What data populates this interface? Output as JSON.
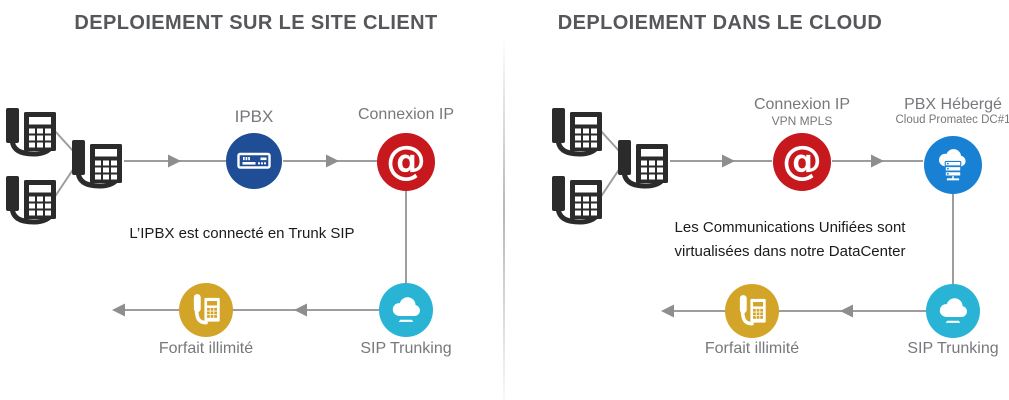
{
  "left": {
    "title": "DEPLOIEMENT SUR LE SITE CLIENT",
    "note": "L’IPBX est connecté en Trunk SIP",
    "ipbx": {
      "label": "IPBX",
      "color": "#1f4e96"
    },
    "connexion": {
      "label": "Connexion IP",
      "color": "#c7181d"
    },
    "sip": {
      "label": "SIP Trunking",
      "color": "#29b3d5"
    },
    "forfait": {
      "label": "Forfait illimité",
      "color": "#d2a427"
    }
  },
  "right": {
    "title": "DEPLOIEMENT DANS LE CLOUD",
    "note_line1": "Les Communications Unifiées sont",
    "note_line2": "virtualisées dans notre DataCenter",
    "connexion": {
      "label": "Connexion IP",
      "sublabel": "VPN MPLS",
      "color": "#c7181d"
    },
    "pbx": {
      "label": "PBX Hébergé",
      "sublabel": "Cloud Promatec DC#1",
      "color": "#1981d4"
    },
    "sip": {
      "label": "SIP Trunking",
      "color": "#29b3d5"
    },
    "forfait": {
      "label": "Forfait illimité",
      "color": "#d2a427"
    }
  },
  "icons": {
    "at_glyph": "@",
    "phone": "desk-phone-icon",
    "router": "router-icon",
    "cloud": "cloud-icon",
    "cloud_server": "cloud-server-icon",
    "phone_white": "phone-handset-icon"
  },
  "colors": {
    "ipbx_blue": "#1f4e96",
    "red": "#c7181d",
    "cloud_blue": "#1981d4",
    "cyan": "#29b3d5",
    "gold": "#d2a427",
    "phone_dark": "#2b2b2b",
    "line_gray": "#9d9d9f",
    "arrow_gray": "#8e8e90",
    "title_gray": "#56575a",
    "label_gray": "#77787c",
    "note_black": "#1b1b1b"
  }
}
